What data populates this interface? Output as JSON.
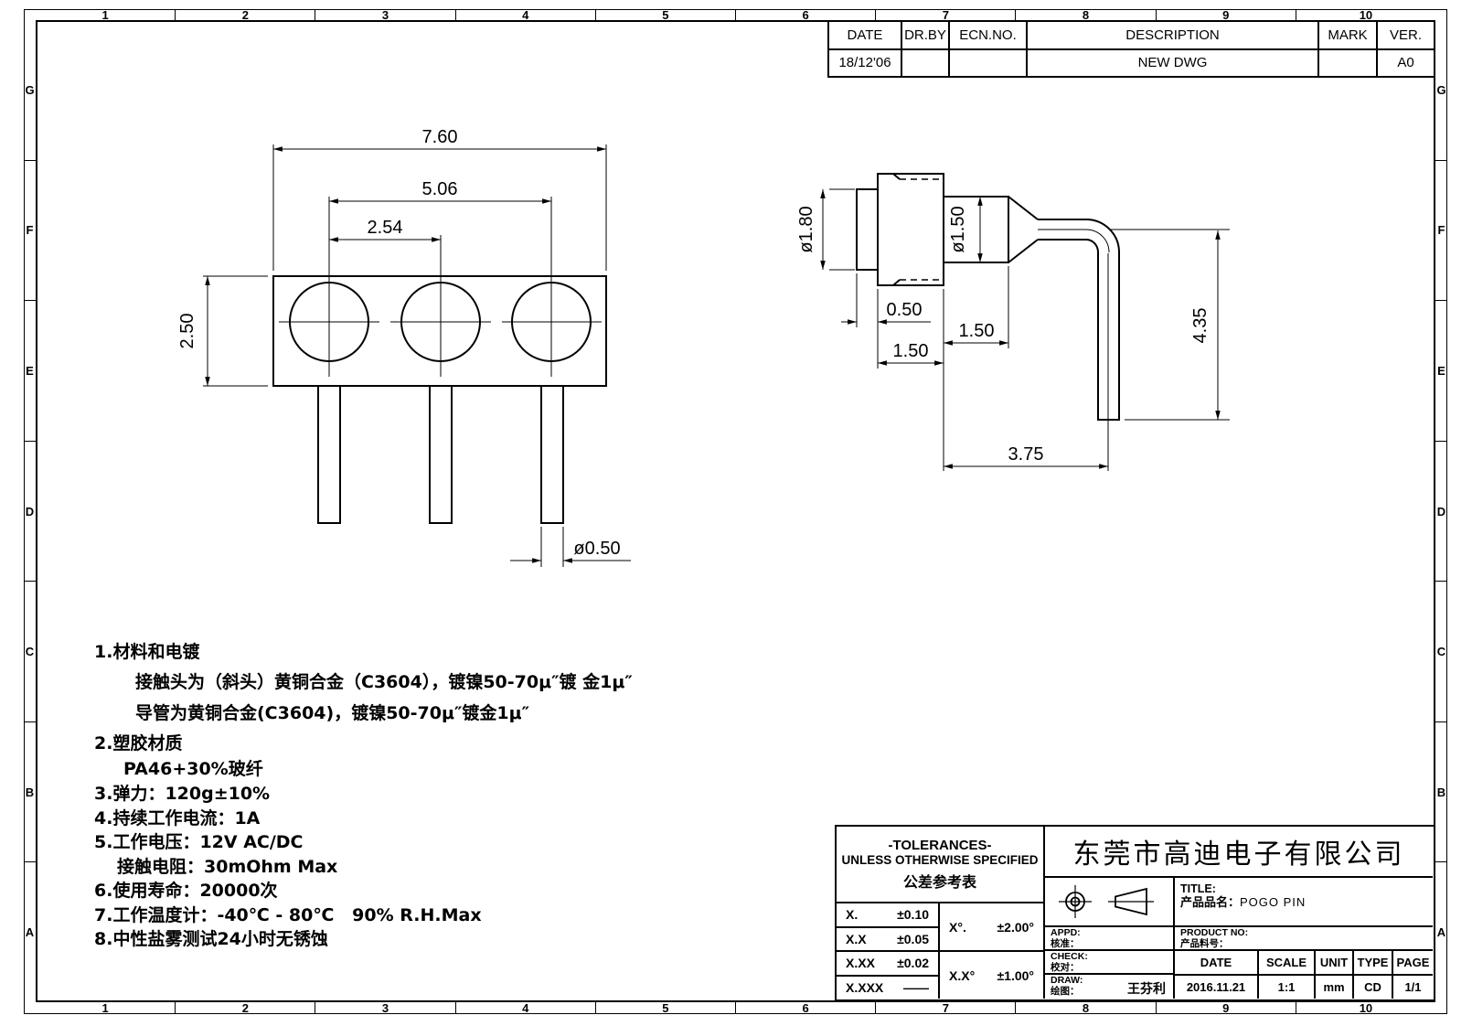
{
  "border": {
    "cols": [
      "1",
      "2",
      "3",
      "4",
      "5",
      "6",
      "7",
      "8",
      "9",
      "10"
    ],
    "rows": [
      "G",
      "F",
      "E",
      "D",
      "C",
      "B",
      "A"
    ]
  },
  "revision": {
    "headers": {
      "date": "DATE",
      "dr_by": "DR.BY",
      "ecn_no": "ECN.NO.",
      "description": "DESCRIPTION",
      "mark": "MARK",
      "ver": "VER."
    },
    "entry": {
      "date": "18/12'06",
      "dr_by": "",
      "ecn_no": "",
      "description": "NEW  DWG",
      "mark": "",
      "ver": "A0"
    }
  },
  "front_view": {
    "dim_width": "7.60",
    "dim_span": "5.06",
    "dim_pitch": "2.54",
    "dim_height": "2.50",
    "dim_pin_dia": "ø0.50"
  },
  "side_view": {
    "dim_tip_dia": "ø1.80",
    "dim_barrel_dia": "ø1.50",
    "dim_tip_len": "0.50",
    "dim_body_len": "1.50",
    "dim_barrel_len": "1.50",
    "dim_leg_height": "4.35",
    "dim_leg_reach": "3.75"
  },
  "notes": {
    "lines": [
      "1.材料和电镀",
      "接触头为（斜头）黄铜合金（C3604），镀镍50-70μ″镀 金1μ″",
      "导管为黄铜合金(C3604)，镀镍50-70μ″镀金1μ″",
      "2.塑胶材质",
      "PA46+30%玻纤",
      "3.弹力：120g±10%",
      "4.持续工作电流：1A",
      "5.工作电压：12V AC/DC",
      "接触电阻：30mOhm Max",
      "6.使用寿命：20000次",
      "7.工作温度计：-40℃ - 80℃   90% R.H.Max",
      "8.中性盐雾测试24小时无锈蚀"
    ]
  },
  "title_block": {
    "company": "东莞市高迪电子有限公司",
    "tolerances": {
      "title": "-TOLERANCES-",
      "subtitle": "UNLESS OTHERWISE SPECIFIED",
      "subtitle_cn": "公差参考表",
      "linear": [
        {
          "label": "X.",
          "value": "±0.10"
        },
        {
          "label": "X.X",
          "value": "±0.05"
        },
        {
          "label": "X.XX",
          "value": "±0.02"
        },
        {
          "label": "X.XXX",
          "value": "——"
        }
      ],
      "angular": [
        {
          "label": "X°.",
          "value": "±2.00°"
        },
        {
          "label": "X.X°",
          "value": "±1.00°"
        }
      ]
    },
    "title_label": "TITLE:",
    "product_name_label": "产品品名：",
    "product_name": "POGO PIN",
    "product_no_label": "PRODUCT NO:",
    "product_no_cn": "产品料号：",
    "appd_label": "APPD:",
    "appd_cn": "核准：",
    "check_label": "CHECK:",
    "check_cn": "校对：",
    "draw_label": "DRAW:",
    "draw_cn": "绘图：",
    "draw_by": "王芬利",
    "date_label": "DATE",
    "scale_label": "SCALE",
    "unit_label": "UNIT",
    "type_label": "TYPE",
    "page_label": "PAGE",
    "date": "2016.11.21",
    "scale": "1:1",
    "unit": "mm",
    "type": "CD",
    "page": "1/1"
  }
}
